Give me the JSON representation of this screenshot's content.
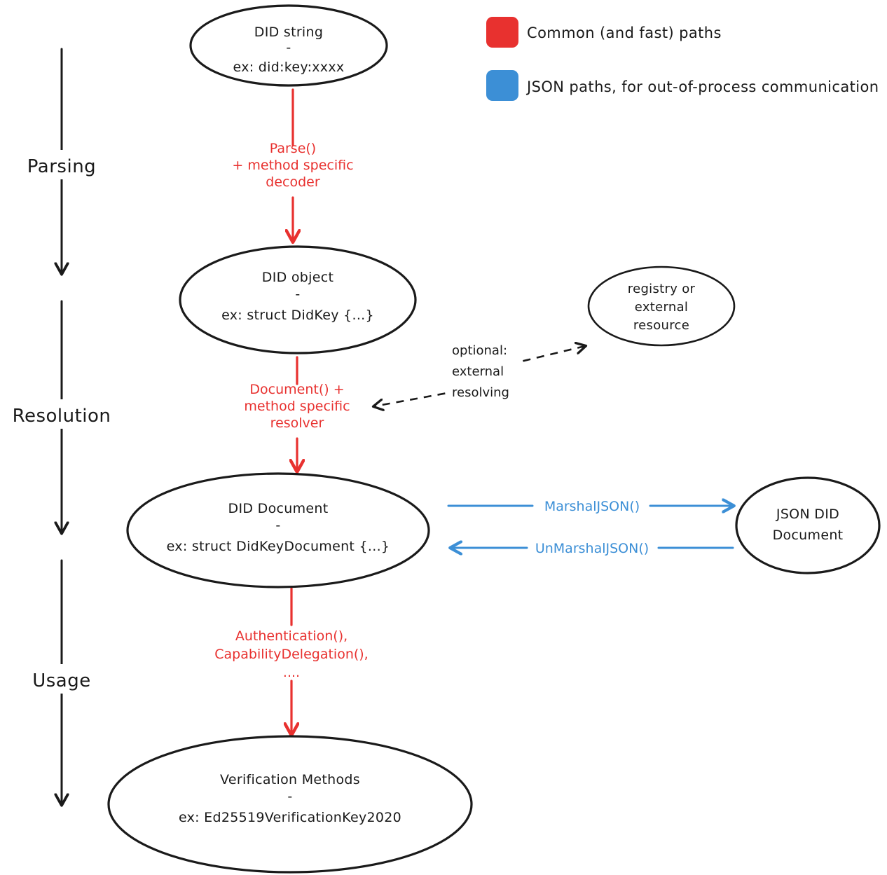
{
  "legend": {
    "items": [
      {
        "color": "#e8312f",
        "label": "Common (and fast) paths",
        "swatch_name": "red-swatch"
      },
      {
        "color": "#3c8fd6",
        "label": "JSON paths, for out-of-process communication",
        "swatch_name": "blue-swatch"
      }
    ]
  },
  "stages": [
    {
      "label": "Parsing"
    },
    {
      "label": "Resolution"
    },
    {
      "label": "Usage"
    }
  ],
  "nodes": {
    "did_string": {
      "line1": "DID string",
      "line2": "-",
      "line3": "ex: did:key:xxxx"
    },
    "did_object": {
      "line1": "DID object",
      "line2": "-",
      "line3": "ex: struct DidKey {...}"
    },
    "did_document": {
      "line1": "DID Document",
      "line2": "-",
      "line3": "ex: struct DidKeyDocument {...}"
    },
    "verification_methods": {
      "line1": "Verification Methods",
      "line2": "-",
      "line3": "ex: Ed25519VerificationKey2020"
    },
    "registry": {
      "line1": "registry or",
      "line2": "external",
      "line3": "resource"
    },
    "json_did_document": {
      "line1": "JSON DID",
      "line2": "Document"
    }
  },
  "edges": {
    "parse": {
      "line1": "Parse()",
      "line2": "+ method specific",
      "line3": "decoder",
      "color": "#e8312f"
    },
    "document": {
      "line1": "Document() +",
      "line2": "method specific",
      "line3": "resolver",
      "color": "#e8312f"
    },
    "usage": {
      "line1": "Authentication(),",
      "line2": "CapabilityDelegation(),",
      "line3": "....",
      "color": "#e8312f"
    },
    "external": {
      "line1": "optional:",
      "line2": "external",
      "line3": "resolving",
      "color": "#1a1a1a"
    },
    "marshal": {
      "label": "MarshalJSON()",
      "color": "#3c8fd6"
    },
    "unmarshal": {
      "label": "UnMarshalJSON()",
      "color": "#3c8fd6"
    }
  }
}
